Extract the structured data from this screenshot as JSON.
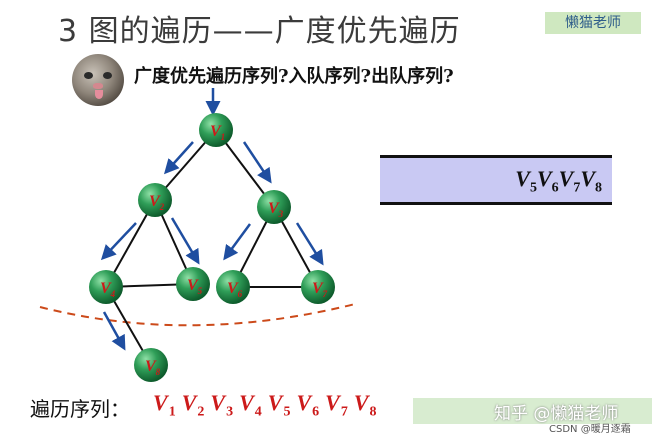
{
  "slide": {
    "title": "3 图的遍历——广度优先遍历",
    "brand_top": "懒猫老师",
    "question": "广度优先遍历序列?入队序列?出队序列?"
  },
  "graph": {
    "nodes": [
      {
        "id": "v1",
        "label": "V",
        "sub": "1"
      },
      {
        "id": "v2",
        "label": "V",
        "sub": "2"
      },
      {
        "id": "v3",
        "label": "V",
        "sub": "3"
      },
      {
        "id": "v4",
        "label": "V",
        "sub": "4"
      },
      {
        "id": "v5",
        "label": "V",
        "sub": "5"
      },
      {
        "id": "v6",
        "label": "V",
        "sub": "6"
      },
      {
        "id": "v7",
        "label": "V",
        "sub": "7"
      },
      {
        "id": "v8",
        "label": "V",
        "sub": "8"
      }
    ],
    "edges": [
      [
        "v1",
        "v2"
      ],
      [
        "v1",
        "v3"
      ],
      [
        "v2",
        "v4"
      ],
      [
        "v2",
        "v5"
      ],
      [
        "v4",
        "v5"
      ],
      [
        "v3",
        "v6"
      ],
      [
        "v3",
        "v7"
      ],
      [
        "v6",
        "v7"
      ],
      [
        "v4",
        "v8"
      ]
    ]
  },
  "queue": {
    "items": [
      {
        "label": "V",
        "sub": "5"
      },
      {
        "label": "V",
        "sub": "6"
      },
      {
        "label": "V",
        "sub": "7"
      },
      {
        "label": "V",
        "sub": "8"
      }
    ]
  },
  "traversal": {
    "label": "遍历序列：",
    "items": [
      {
        "label": "V",
        "sub": "1"
      },
      {
        "label": "V",
        "sub": "2"
      },
      {
        "label": "V",
        "sub": "3"
      },
      {
        "label": "V",
        "sub": "4"
      },
      {
        "label": "V",
        "sub": "5"
      },
      {
        "label": "V",
        "sub": "6"
      },
      {
        "label": "V",
        "sub": "7"
      },
      {
        "label": "V",
        "sub": "8"
      }
    ]
  },
  "watermark": {
    "zhihu": "知乎 @懒猫老师",
    "csdn": "CSDN @暖月逐霜"
  },
  "colors": {
    "node": "#1e8a4a",
    "node_label": "#cc1a1a",
    "arrow": "#1f4ea0",
    "dashed_curve": "#cc4a1a",
    "queue_bg": "#c9c9f3"
  }
}
